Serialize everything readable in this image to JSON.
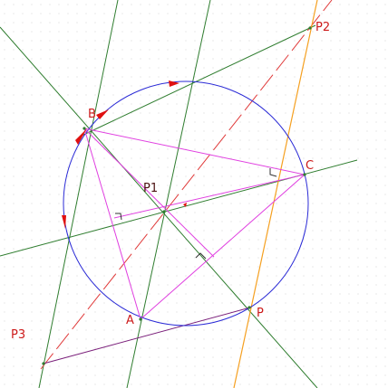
{
  "labels": {
    "B": "B",
    "C": "C",
    "A": "A",
    "P": "P",
    "P1": "P1",
    "P2": "P2",
    "P3": "P3"
  },
  "colors": {
    "circle": "#2b2bd6",
    "triangle": "#e040e0",
    "green_line": "#2f7d2f",
    "red_dashed": "#e03a3a",
    "orange_line": "#f5a020",
    "purple_line": "#7a1f7a",
    "label_red": "#cc1a1a",
    "label_dark": "#4a1010",
    "arrow": "#e01010",
    "right_angle": "#333333"
  }
}
